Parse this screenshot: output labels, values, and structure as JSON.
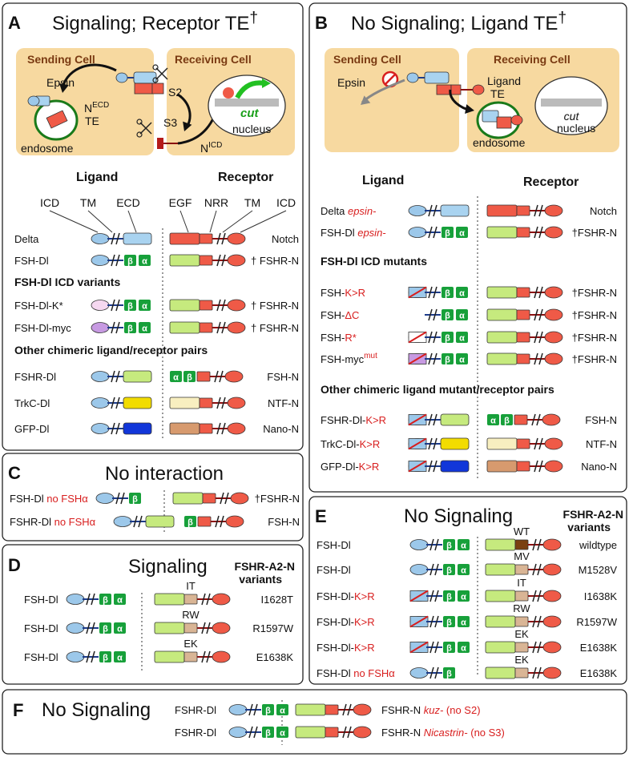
{
  "panels": {
    "A": {
      "letter": "A",
      "title": "Signaling; Receptor TE",
      "dagger": "†",
      "cartoon": {
        "sending_cell": "Sending Cell",
        "receiving_cell": "Receiving Cell",
        "epsin": "Epsin",
        "s2": "S2",
        "s3": "S3",
        "necd": "N",
        "necd_sup": "ECD",
        "te": "TE",
        "endosome": "endosome",
        "nicd": "N",
        "nicd_sup": "ICD",
        "cut": "cut",
        "nucleus": "nucleus"
      },
      "headers": {
        "ligand": "Ligand",
        "receptor": "Receptor"
      },
      "domain_labels": {
        "icd": "ICD",
        "tm": "TM",
        "ecd": "ECD",
        "egf": "EGF",
        "nrr": "NRR",
        "tm2": "TM",
        "icd2": "ICD"
      },
      "rows": [
        {
          "left": "Delta",
          "right": "Notch"
        },
        {
          "left": "FSH-Dl",
          "right": "FSHR-N",
          "dagger": "†"
        }
      ],
      "section1": "FSH-Dl ICD variants",
      "rows2": [
        {
          "left": "FSH-Dl-K*",
          "right": "FSHR-N",
          "dagger": "†"
        },
        {
          "left": "FSH-Dl-myc",
          "right": "FSHR-N",
          "dagger": "†"
        }
      ],
      "section2": "Other chimeric ligand/receptor pairs",
      "rows3": [
        {
          "left": "FSHR-Dl",
          "right": "FSH-N"
        },
        {
          "left": "TrkC-Dl",
          "right": "NTF-N"
        },
        {
          "left": "GFP-Dl",
          "right": "Nano-N"
        }
      ]
    },
    "B": {
      "letter": "B",
      "title": "No Signaling; Ligand TE",
      "dagger": "†",
      "cartoon": {
        "sending_cell": "Sending Cell",
        "receiving_cell": "Receiving Cell",
        "epsin": "Epsin",
        "ligand": "Ligand",
        "te": "TE",
        "endosome": "endosome",
        "cut": "cut",
        "nucleus": "nucleus"
      },
      "headers": {
        "ligand": "Ligand",
        "receptor": "Receptor"
      },
      "rows": [
        {
          "left": "Delta",
          "mut": "epsin-",
          "right": "Notch"
        },
        {
          "left": "FSH-Dl",
          "mut": "epsin-",
          "right": "†FSHR-N"
        }
      ],
      "section1": "FSH-Dl ICD mutants",
      "rows2": [
        {
          "prefix": "FSH-",
          "mut": "K>R",
          "right": "†FSHR-N"
        },
        {
          "prefix": "FSH-",
          "mut": "ΔC",
          "right": "†FSHR-N"
        },
        {
          "prefix": "FSH-",
          "mut": "R*",
          "right": "†FSHR-N"
        },
        {
          "prefix": "FSH-myc",
          "mut": "mut",
          "right": "†FSHR-N"
        }
      ],
      "section2": "Other chimeric ligand mutant/receptor pairs",
      "rows3": [
        {
          "prefix": "FSHR-Dl-",
          "mut": "K>R",
          "right": "FSH-N"
        },
        {
          "prefix": "TrkC-Dl-",
          "mut": "K>R",
          "right": "NTF-N"
        },
        {
          "prefix": "GFP-Dl-",
          "mut": "K>R",
          "right": "Nano-N"
        }
      ]
    },
    "C": {
      "letter": "C",
      "title": "No interaction",
      "rows": [
        {
          "left": "FSH-Dl",
          "mut": "no FSHα",
          "right": "†FSHR-N"
        },
        {
          "left": "FSHR-Dl",
          "mut": "no FSHα",
          "right": "FSH-N"
        }
      ]
    },
    "D": {
      "letter": "D",
      "title": "Signaling",
      "header": [
        "FSHR-A2-N",
        "variants"
      ],
      "rows": [
        {
          "left": "FSH-Dl",
          "tag": "IT",
          "right": "I1628T"
        },
        {
          "left": "FSH-Dl",
          "tag": "RW",
          "right": "R1597W"
        },
        {
          "left": "FSH-Dl",
          "tag": "EK",
          "right": "E1638K"
        }
      ]
    },
    "E": {
      "letter": "E",
      "title": "No Signaling",
      "header": [
        "FSHR-A2-N",
        "variants"
      ],
      "rows": [
        {
          "left": "FSH-Dl",
          "mut": "",
          "tag": "WT",
          "right": "wildtype"
        },
        {
          "left": "FSH-Dl",
          "mut": "",
          "tag": "MV",
          "right": "M1528V"
        },
        {
          "left": "FSH-Dl-",
          "mut": "K>R",
          "tag": "IT",
          "right": "I1638K"
        },
        {
          "left": "FSH-Dl-",
          "mut": "K>R",
          "tag": "RW",
          "right": "R1597W"
        },
        {
          "left": "FSH-Dl-",
          "mut": "K>R",
          "tag": "EK",
          "right": "E1638K"
        },
        {
          "left": "FSH-Dl",
          "mut": "no FSHα",
          "tag": "EK",
          "right": "E1638K"
        }
      ]
    },
    "F": {
      "letter": "F",
      "title": "No Signaling",
      "rows": [
        {
          "left": "FSHR-Dl",
          "right": "FSHR-N",
          "mut": "kuz-",
          "note": "(no S2)"
        },
        {
          "left": "FSHR-Dl",
          "right": "FSHR-N",
          "mut": "Nicastrin-",
          "note": "(no S3)"
        }
      ]
    }
  },
  "glyphs": {
    "beta": "β",
    "alpha": "α"
  },
  "colors": {
    "cell": "#f7d9a0",
    "ligand_icd": "#9cc8ea",
    "ligand_ecd_blue": "#a9d3f0",
    "green_ecd": "#c6ea7e",
    "red": "#ef5a47",
    "fsh_green": "#17a03a",
    "yellow": "#f2dc00",
    "cream": "#f8efc0",
    "blue": "#1136d9",
    "tan": "#d79a6e",
    "pink": "#f5d8f0",
    "purple": "#c79ae2",
    "wt_brown": "#7a4010",
    "variant_tan": "#d9b595",
    "mut_red": "#d81e1e",
    "membrane": "#1d3c8a"
  }
}
